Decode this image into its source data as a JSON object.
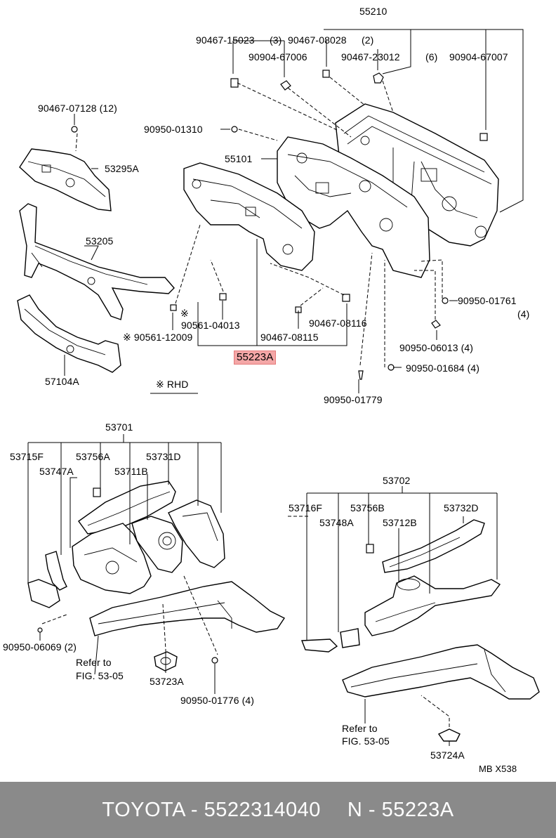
{
  "labels": {
    "p55210": "55210",
    "p90467_15023": "90467-15023",
    "p90467_15023_qty": "(3)",
    "p90467_08028": "90467-08028",
    "p90467_08028_qty": "(2)",
    "p90904_67006": "90904-67006",
    "p90467_23012": "90467-23012",
    "p90467_23012_qty": "(6)",
    "p90904_67007": "90904-67007",
    "p90467_07128": "90467-07128 (12)",
    "p90950_01310": "90950-01310",
    "p55101": "55101",
    "p53295A": "53295A",
    "p53205": "53205",
    "p57104A": "57104A",
    "p90561_04013": "90561-04013",
    "p90561_12009": "※ 90561-12009",
    "p90467_08116": "90467-08116",
    "p90467_08115": "90467-08115",
    "p55223A": "55223A",
    "p90950_01761": "90950-01761",
    "p90950_01761_qty": "(4)",
    "p90950_06013": "90950-06013 (4)",
    "p90950_01684": "90950-01684 (4)",
    "p90950_01779": "90950-01779",
    "rhd": "※ RHD",
    "star": "※",
    "p53701": "53701",
    "p53715F": "53715F",
    "p53756A": "53756A",
    "p53731D": "53731D",
    "p53747A": "53747A",
    "p53711B": "53711B",
    "p90950_06069": "90950-06069 (2)",
    "refer_left_1": "Refer to",
    "refer_left_2": "FIG. 53-05",
    "p53723A": "53723A",
    "p90950_01776": "90950-01776 (4)",
    "p53702": "53702",
    "p53716F": "53716F",
    "p53756B": "53756B",
    "p53732D": "53732D",
    "p53748A": "53748A",
    "p53712B": "53712B",
    "refer_right_1": "Refer to",
    "refer_right_2": "FIG. 53-05",
    "p53724A": "53724A",
    "mb_code": "MB X538"
  },
  "footer": {
    "brand_part": "TOYOTA - 5522314040",
    "ref_part": "N - 55223A"
  },
  "colors": {
    "highlight": "#f4a7a7",
    "footer_bg": "#8a8a8a",
    "footer_text": "#ffffff"
  }
}
